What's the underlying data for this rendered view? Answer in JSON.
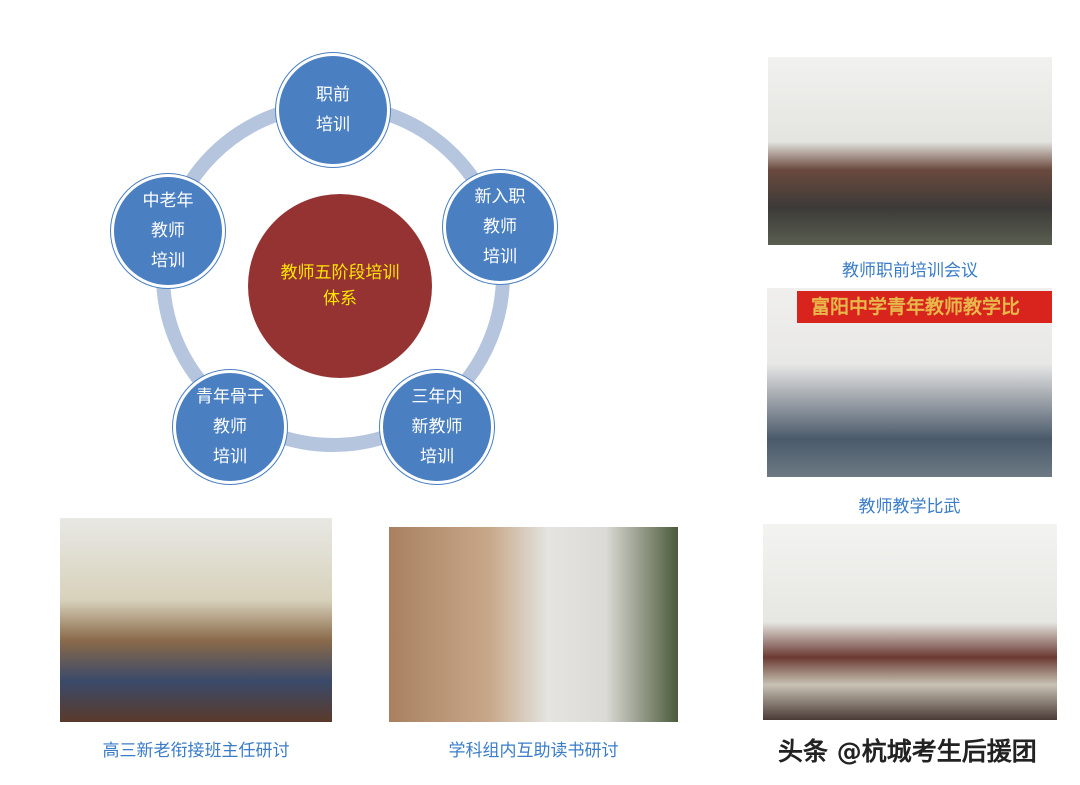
{
  "diagram": {
    "center": "教师五阶段培训体系",
    "stages": [
      {
        "lines": [
          "职前",
          "培训"
        ]
      },
      {
        "lines": [
          "新入职",
          "教师",
          "培训"
        ]
      },
      {
        "lines": [
          "三年内",
          "新教师",
          "培训"
        ]
      },
      {
        "lines": [
          "青年骨干",
          "教师",
          "培训"
        ]
      },
      {
        "lines": [
          "中老年",
          "教师",
          "培训"
        ]
      }
    ],
    "colors": {
      "node": "#4a7fc1",
      "center": "#953333",
      "center_text": "#ffe600",
      "ring": "#b6c5de"
    }
  },
  "photos": [
    {
      "caption": "教师职前培训会议"
    },
    {
      "caption": "教师教学比武",
      "banner": "富阳中学青年教师教学比"
    },
    {
      "caption": ""
    },
    {
      "caption": "高三新老衔接班主任研讨"
    },
    {
      "caption": "学科组内互助读书研讨"
    }
  ],
  "watermark": "头条 @杭城考生后援团"
}
